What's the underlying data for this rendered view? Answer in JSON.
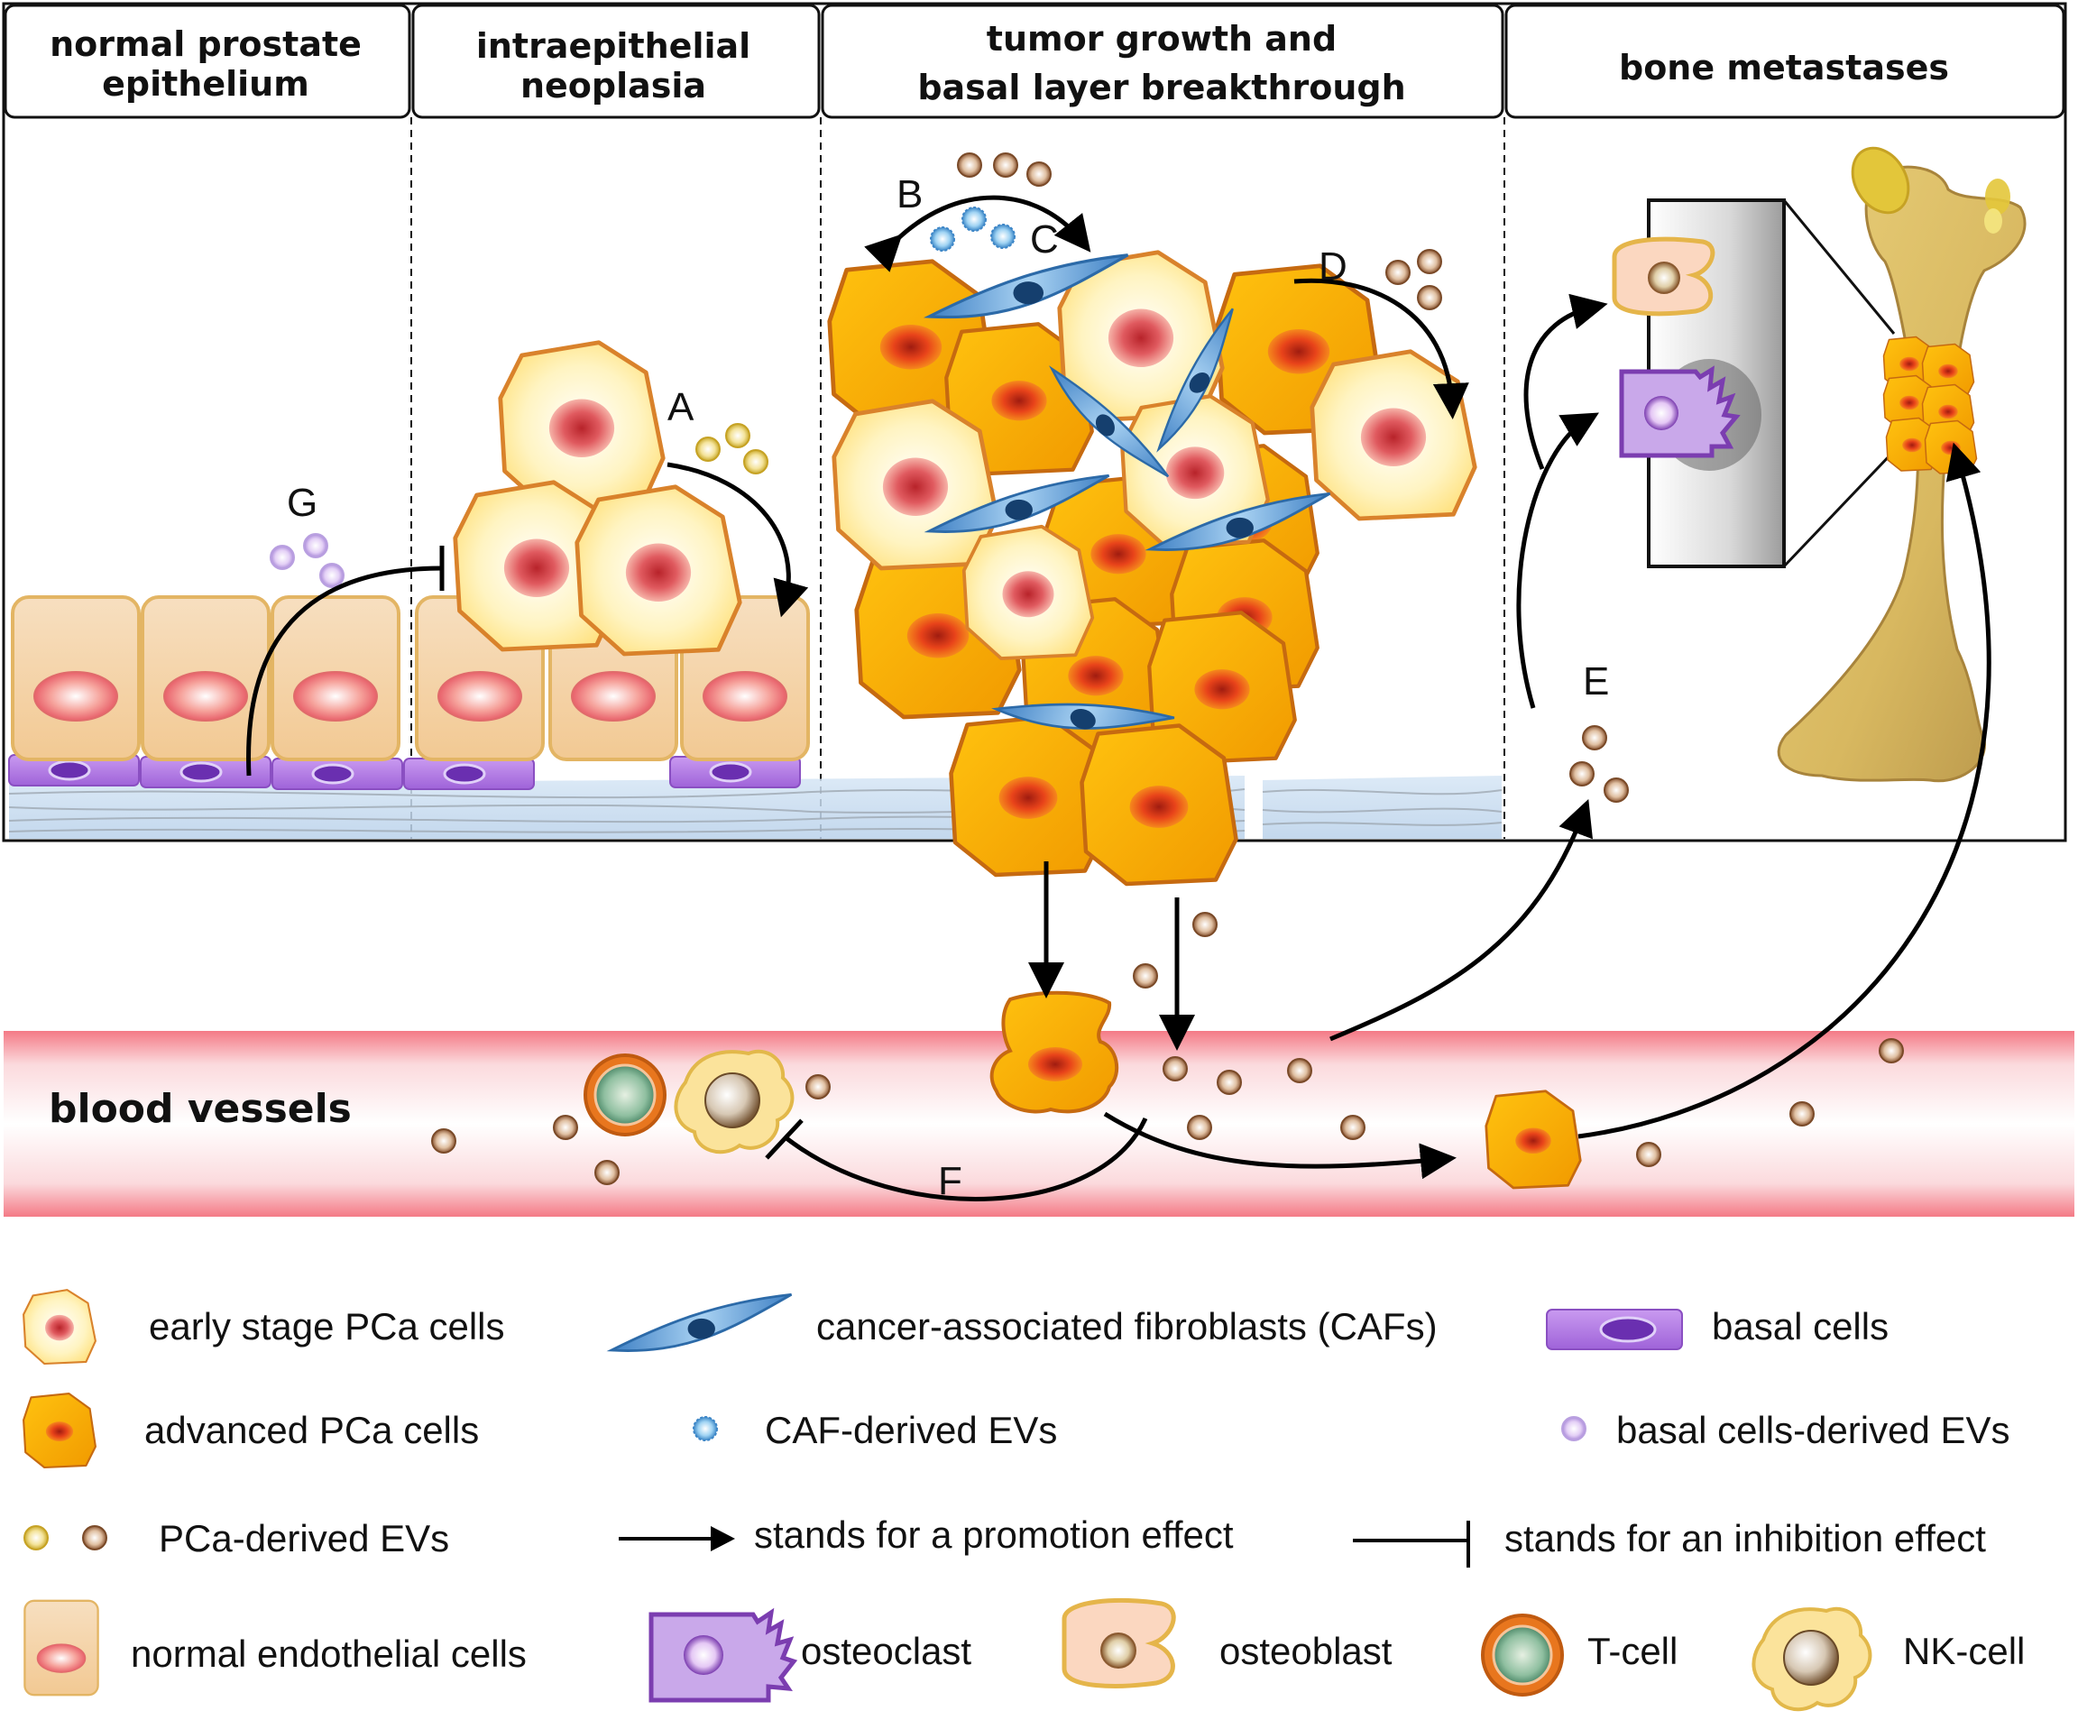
{
  "panels": [
    {
      "title_lines": [
        "normal prostate",
        "epithelium"
      ]
    },
    {
      "title_lines": [
        "intraepithelial",
        "neoplasia"
      ]
    },
    {
      "title_lines": [
        "tumor growth and",
        "basal layer breakthrough"
      ]
    },
    {
      "title_lines": [
        "bone metastases"
      ]
    }
  ],
  "vessel_label": "blood vessels",
  "letters": {
    "A": "A",
    "B": "B",
    "C": "C",
    "D": "D",
    "E": "E",
    "F": "F",
    "G": "G"
  },
  "legend": {
    "early_pca": "early  stage PCa cells",
    "advanced_pca": "advanced PCa cells",
    "pca_evs": "PCa-derived EVs",
    "endothelial": "normal endothelial cells",
    "cafs": "cancer-associated fibroblasts (CAFs)",
    "caf_evs": "CAF-derived EVs",
    "promotion": "stands for a promotion effect",
    "basal": "basal cells",
    "basal_evs": "basal cells-derived EVs",
    "inhibition": "stands for an inhibition effect",
    "osteoclast": "osteoclast",
    "osteoblast": "osteoblast",
    "tcell": "T-cell",
    "nkcell": "NK-cell"
  },
  "colors": {
    "early_cell": "#fff3b0",
    "advanced_cell": "#f7b200",
    "cell_border": "#d9822b",
    "caf": "#4f8fd0",
    "basal": "#b57be0",
    "endothelial": "#f3d4a8",
    "vessel": "#f7b8bf",
    "pca_ev": "#c99a72",
    "caf_ev": "#7fc0ec",
    "basal_ev": "#d5b8f0"
  }
}
